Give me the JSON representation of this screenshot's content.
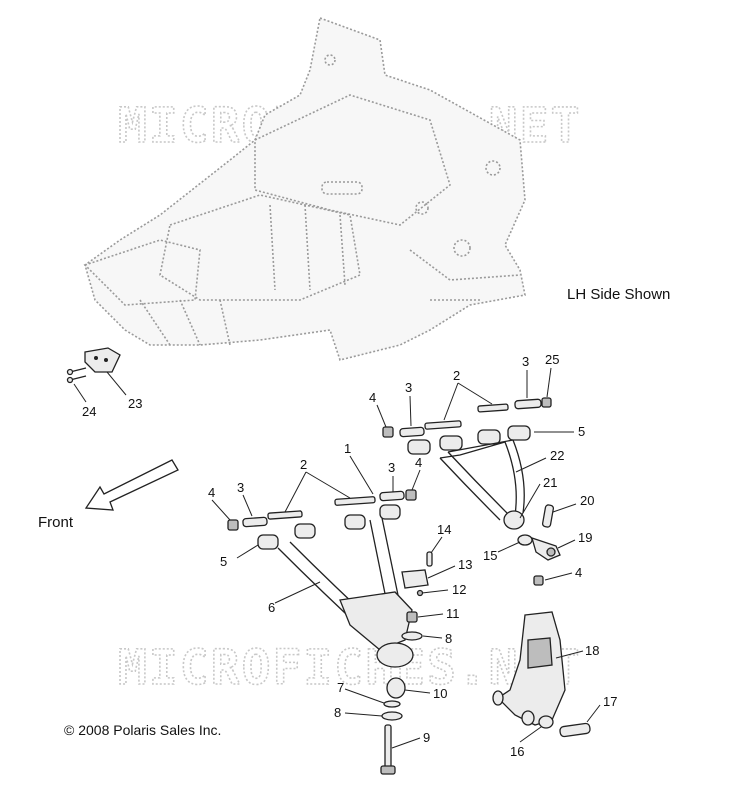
{
  "watermarks": [
    "MICROFICHES.NET",
    "MICROFICHES.NET"
  ],
  "captions": {
    "side_note": "LH Side Shown",
    "front": "Front",
    "copyright": "© 2008 Polaris Sales Inc."
  },
  "callouts": [
    {
      "id": "c23",
      "text": "23"
    },
    {
      "id": "c24",
      "text": "24"
    },
    {
      "id": "c3a",
      "text": "3"
    },
    {
      "id": "c2a",
      "text": "2"
    },
    {
      "id": "c3b",
      "text": "3"
    },
    {
      "id": "c25",
      "text": "25"
    },
    {
      "id": "c4a",
      "text": "4"
    },
    {
      "id": "c5a",
      "text": "5"
    },
    {
      "id": "c22",
      "text": "22"
    },
    {
      "id": "c1",
      "text": "1"
    },
    {
      "id": "c2b",
      "text": "2"
    },
    {
      "id": "c3c",
      "text": "3"
    },
    {
      "id": "c4b",
      "text": "4"
    },
    {
      "id": "c21",
      "text": "21"
    },
    {
      "id": "c4c",
      "text": "4"
    },
    {
      "id": "c3d",
      "text": "3"
    },
    {
      "id": "c20",
      "text": "20"
    },
    {
      "id": "c14",
      "text": "14"
    },
    {
      "id": "c19",
      "text": "19"
    },
    {
      "id": "c15",
      "text": "15"
    },
    {
      "id": "c5b",
      "text": "5"
    },
    {
      "id": "c13",
      "text": "13"
    },
    {
      "id": "c4d",
      "text": "4"
    },
    {
      "id": "c12",
      "text": "12"
    },
    {
      "id": "c6",
      "text": "6"
    },
    {
      "id": "c11",
      "text": "11"
    },
    {
      "id": "c8a",
      "text": "8"
    },
    {
      "id": "c18",
      "text": "18"
    },
    {
      "id": "c7",
      "text": "7"
    },
    {
      "id": "c10",
      "text": "10"
    },
    {
      "id": "c8b",
      "text": "8"
    },
    {
      "id": "c17",
      "text": "17"
    },
    {
      "id": "c9",
      "text": "9"
    },
    {
      "id": "c16",
      "text": "16"
    }
  ]
}
